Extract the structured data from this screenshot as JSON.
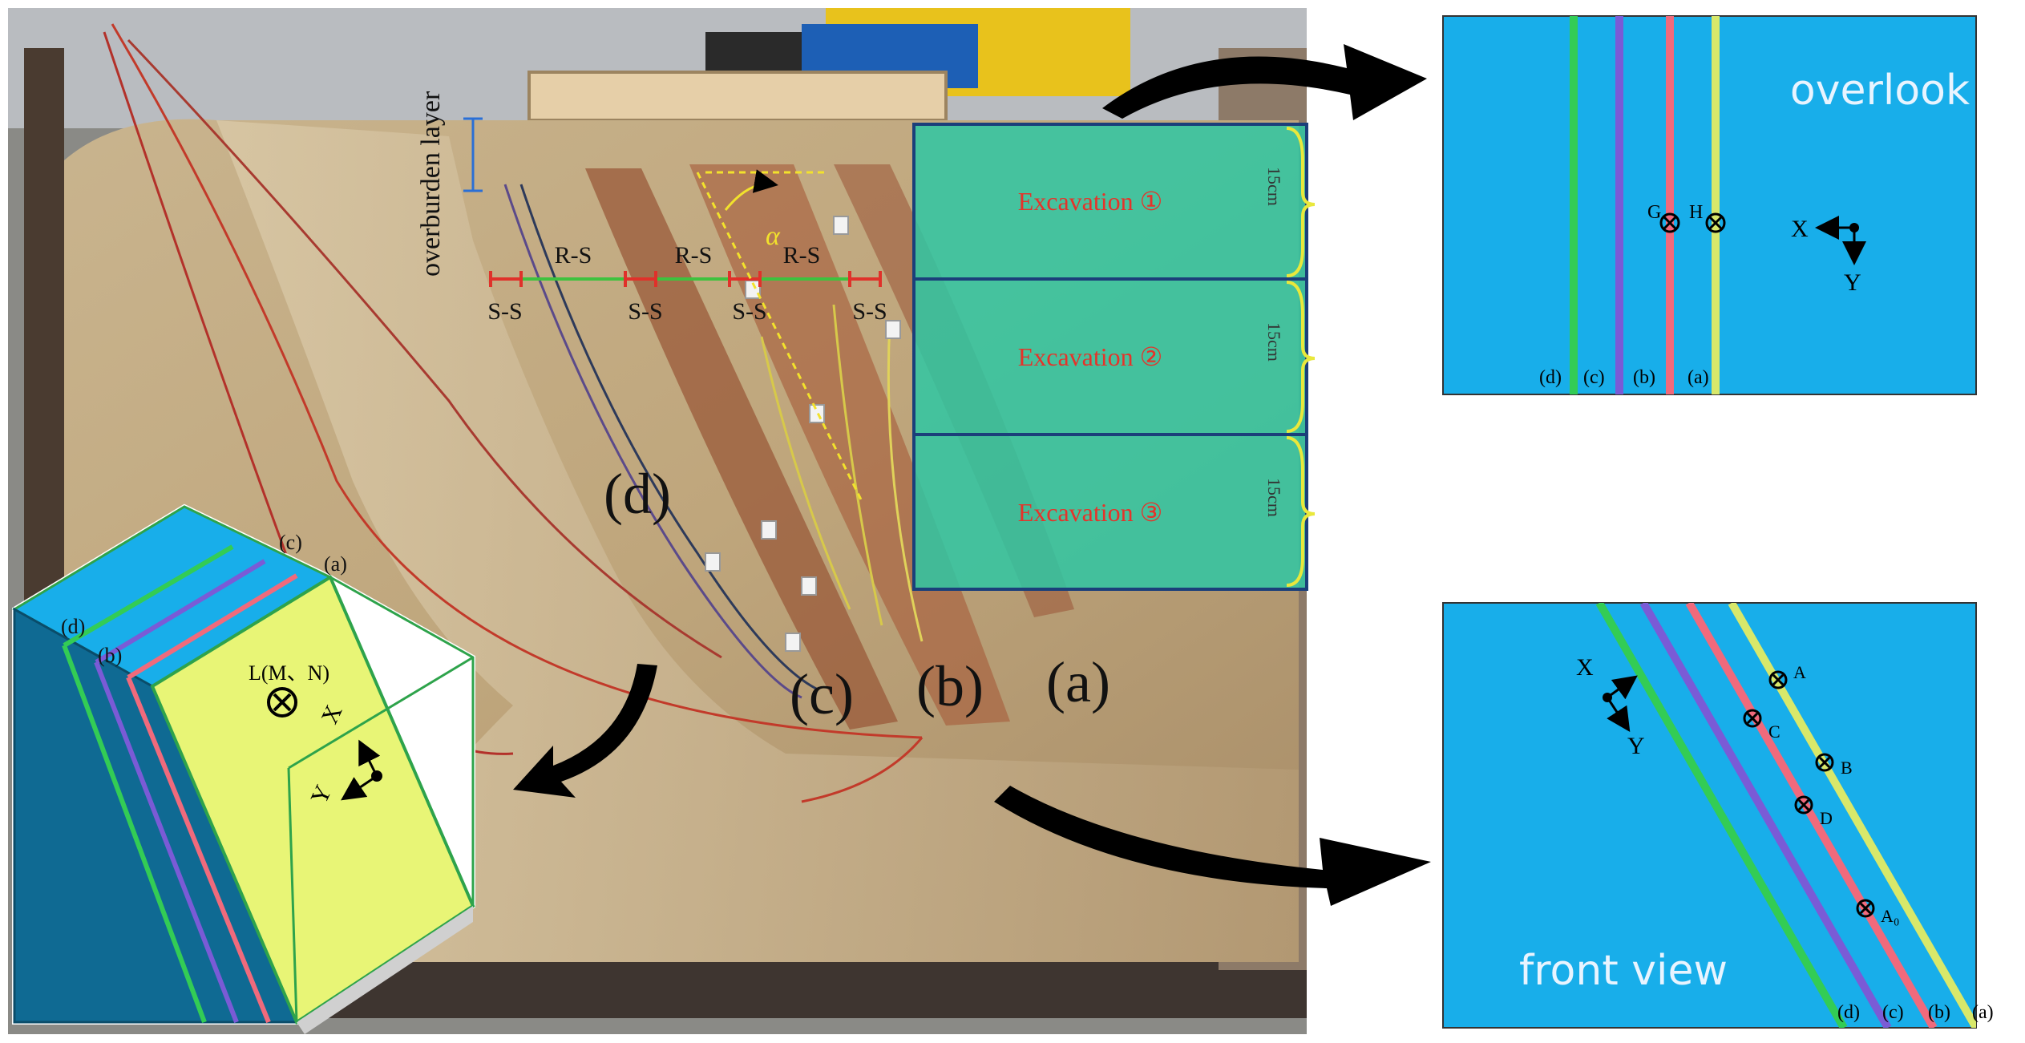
{
  "photo": {
    "overburden_label": "overburden layer",
    "rs_labels": [
      "R-S",
      "R-S",
      "R-S"
    ],
    "ss_labels": [
      "S-S",
      "S-S",
      "S-S",
      "S-S"
    ],
    "alpha_label": "α",
    "layer_labels": {
      "d": "(d)",
      "c": "(c)",
      "b": "(b)",
      "a": "(a)"
    },
    "excavations": [
      {
        "label": "Excavation ①",
        "depth": "15cm"
      },
      {
        "label": "Excavation ②",
        "depth": "15cm"
      },
      {
        "label": "Excavation ③",
        "depth": "15cm"
      }
    ]
  },
  "overlook": {
    "title": "overlook",
    "layer_labels": [
      "(d)",
      "(c)",
      "(b)",
      "(a)"
    ],
    "points": [
      "G",
      "H"
    ],
    "axes": {
      "x": "X",
      "y": "Y"
    }
  },
  "front_view": {
    "title": "front view",
    "layer_labels": [
      "(d)",
      "(c)",
      "(b)",
      "(a)"
    ],
    "points": [
      "A",
      "C",
      "B",
      "D",
      "A₀"
    ],
    "axes": {
      "x": "X",
      "y": "Y"
    }
  },
  "block": {
    "layer_labels": [
      "(c)",
      "(a)",
      "(d)",
      "(b)"
    ],
    "point_label": "L(M、N)",
    "axes": {
      "x": "X",
      "y": "Y"
    }
  },
  "colors": {
    "panel_blue": "#18aeea",
    "layer_green": "#33cc55",
    "layer_purple": "#7a5bd6",
    "layer_red": "#f06a7c",
    "layer_yellow": "#d8e86a",
    "excavation_teal": "#2fc7a3",
    "excavation_text": "#e5332a",
    "block_face": "#e8f576",
    "block_side": "#0f6a93"
  }
}
